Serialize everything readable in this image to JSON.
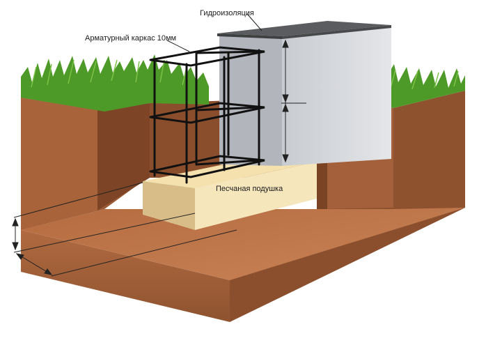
{
  "labels": {
    "waterproofing": "Гидроизоляция",
    "rebar_cage": "Арматурный каркас 10мм",
    "sand_cushion": "Песчаная подушка"
  },
  "colors": {
    "soil_top": "#c27a4e",
    "soil_side_dark": "#8a4e2c",
    "soil_front": "#a3603a",
    "sand_top": "#f6e3b0",
    "sand_front": "#e7cfa0",
    "sand_side": "#d9bf8c",
    "concrete_front": "#d9dbdf",
    "concrete_side": "#b5b9bf",
    "waterproofing": "#57595c",
    "grass": "#4f9a2a",
    "rebar": "#111111"
  }
}
